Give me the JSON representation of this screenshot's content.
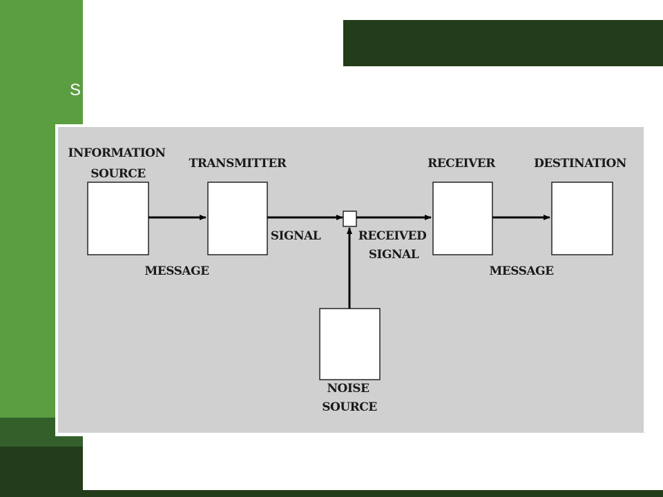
{
  "slide": {
    "text": "S"
  },
  "diagram": {
    "information_source": [
      "INFORMATION",
      "SOURCE"
    ],
    "transmitter": "TRANSMITTER",
    "receiver": "RECEIVER",
    "destination": "DESTINATION",
    "noise_source": [
      "NOISE",
      "SOURCE"
    ],
    "message_left": "MESSAGE",
    "signal": "SIGNAL",
    "received_signal": [
      "RECEIVED",
      "SIGNAL"
    ],
    "message_right": "MESSAGE"
  },
  "colors": {
    "sidebar_green": "#5a9e41",
    "dark_green": "#233d1b",
    "mid_green": "#33602a",
    "diagram_background": "#d0d0d0"
  }
}
